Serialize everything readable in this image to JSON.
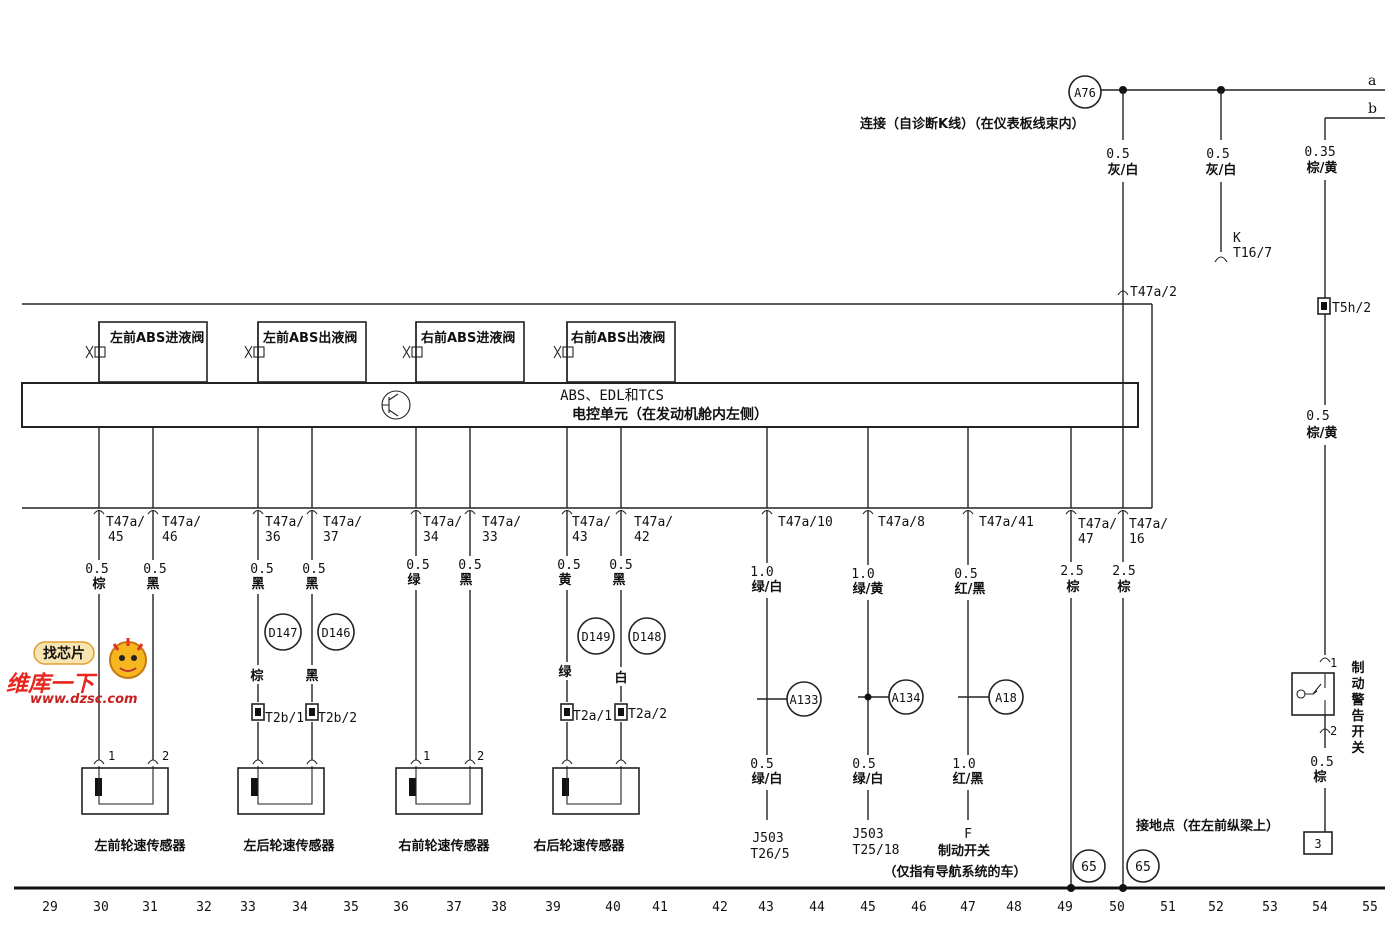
{
  "ecu": {
    "title": "ABS、EDL和TCS",
    "subtitle": "电控单元（在发动机舱内左侧）"
  },
  "valves": [
    "左前ABS进液阀",
    "左前ABS出液阀",
    "右前ABS进液阀",
    "右前ABS出液阀"
  ],
  "top": {
    "conn_a76": "A76",
    "label_a": "a",
    "label_b": "b",
    "k_line_note": "连接（自诊断K线）（在仪表板线束内）",
    "w1_size": "0.5",
    "w1_color": "灰/白",
    "w2_size": "0.5",
    "w2_color": "灰/白",
    "w3_size": "0.35",
    "w3_color": "棕/黄",
    "k_label": "K",
    "k_pin": "T16/7",
    "t47a2": "T47a/2",
    "t5h2": "T5h/2",
    "w4_size": "0.5",
    "w4_color": "棕/黄"
  },
  "pins": [
    {
      "p1": "T47a/",
      "p2": "45",
      "size": "0.5",
      "color": "棕"
    },
    {
      "p1": "T47a/",
      "p2": "46",
      "size": "0.5",
      "color": "黑"
    },
    {
      "p1": "T47a/",
      "p2": "36",
      "size": "0.5",
      "color": "黑"
    },
    {
      "p1": "T47a/",
      "p2": "37",
      "size": "0.5",
      "color": "黑"
    },
    {
      "p1": "T47a/",
      "p2": "34",
      "size": "0.5",
      "color": "绿"
    },
    {
      "p1": "T47a/",
      "p2": "33",
      "size": "0.5",
      "color": "黑"
    },
    {
      "p1": "T47a/",
      "p2": "43",
      "size": "0.5",
      "color": "黄"
    },
    {
      "p1": "T47a/",
      "p2": "42",
      "size": "0.5",
      "color": "黑"
    },
    {
      "p1": "T47a/10",
      "p2": "",
      "size": "1.0",
      "color": "绿/白"
    },
    {
      "p1": "T47a/8",
      "p2": "",
      "size": "1.0",
      "color": "绿/黄"
    },
    {
      "p1": "T47a/41",
      "p2": "",
      "size": "0.5",
      "color": "红/黑"
    },
    {
      "p1": "T47a/",
      "p2": "47",
      "size": "2.5",
      "color": "棕"
    },
    {
      "p1": "T47a/",
      "p2": "16",
      "size": "2.5",
      "color": "棕"
    }
  ],
  "connectors": [
    "D147",
    "D146",
    "D149",
    "D148"
  ],
  "rear_wires": [
    "棕",
    "黑",
    "绿",
    "白"
  ],
  "rear_pins": [
    "T2b/1",
    "T2b/2",
    "T2a/1",
    "T2a/2"
  ],
  "sensor_pins": [
    "1",
    "2",
    "1",
    "2"
  ],
  "sensors": [
    "左前轮速传感器",
    "左后轮速传感器",
    "右前轮速传感器",
    "右后轮速传感器"
  ],
  "splices": [
    "A133",
    "A134",
    "A18"
  ],
  "lower": [
    {
      "size": "0.5",
      "color": "绿/白",
      "dest1": "J503",
      "dest2": "T26/5"
    },
    {
      "size": "0.5",
      "color": "绿/白",
      "dest1": "J503",
      "dest2": "T25/18"
    },
    {
      "size": "1.0",
      "color": "红/黑",
      "dest1": "F",
      "dest2": "制动开关"
    }
  ],
  "nav_note": "（仅指有导航系统的车）",
  "ground_refs": [
    "65",
    "65"
  ],
  "ground_note": "接地点（在左前纵梁上）",
  "ground_box": "3",
  "switch": {
    "label": [
      "制",
      "动",
      "警",
      "告",
      "开",
      "关"
    ],
    "pin1": "1",
    "pin2": "2",
    "w_size": "0.5",
    "w_color": "棕"
  },
  "columns": [
    "29",
    "30",
    "31",
    "32",
    "33",
    "34",
    "35",
    "36",
    "37",
    "38",
    "39",
    "40",
    "41",
    "42",
    "43",
    "44",
    "45",
    "46",
    "47",
    "48",
    "49",
    "50",
    "51",
    "52",
    "53",
    "54",
    "55"
  ],
  "watermark": {
    "brand": "维库一下",
    "url": "www.dzsc.com",
    "badge": "找芯片"
  }
}
